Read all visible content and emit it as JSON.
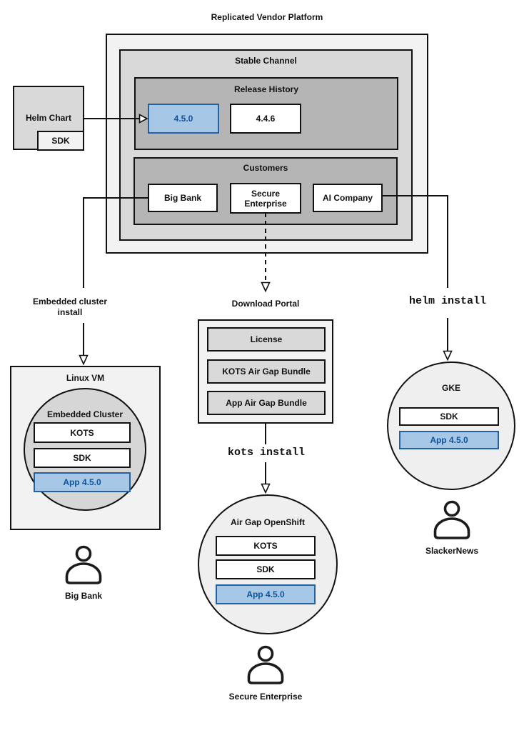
{
  "colors": {
    "highlight_fill": "#a7c7e7",
    "highlight_border": "#24619e",
    "highlight_text": "#0f5499"
  },
  "platform": {
    "title": "Replicated Vendor Platform",
    "stable_channel": {
      "title": "Stable Channel",
      "release_history": {
        "title": "Release History",
        "releases": [
          "4.5.0",
          "4.4.6"
        ]
      },
      "customers": {
        "title": "Customers",
        "items": [
          "Big Bank",
          "Secure Enterprise",
          "AI Company"
        ]
      }
    }
  },
  "helm_chart": {
    "label": "Helm Chart",
    "sdk_label": "SDK"
  },
  "flows": {
    "embedded_install_label": "Embedded cluster install",
    "helm_install_label": "helm install",
    "kots_install_label": "kots install"
  },
  "download_portal": {
    "title": "Download Portal",
    "items": [
      "License",
      "KOTS Air Gap Bundle",
      "App Air Gap Bundle"
    ]
  },
  "linux_vm": {
    "title": "Linux VM",
    "embedded_cluster": {
      "title": "Embedded Cluster",
      "components": [
        "KOTS",
        "SDK",
        "App 4.5.0"
      ]
    },
    "user": "Big Bank"
  },
  "openshift": {
    "title": "Air Gap OpenShift",
    "components": [
      "KOTS",
      "SDK",
      "App 4.5.0"
    ],
    "user": "Secure Enterprise"
  },
  "gke": {
    "title": "GKE",
    "components": [
      "SDK",
      "App 4.5.0"
    ],
    "user": "SlackerNews"
  }
}
